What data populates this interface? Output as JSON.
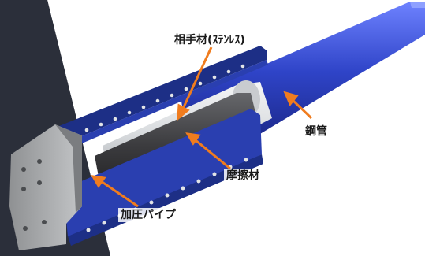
{
  "labels": {
    "stainless": "相手材(ｽﾃﾝﾚｽ)",
    "steel_pipe": "鋼管",
    "friction": "摩擦材",
    "pressure_pipe": "加圧パイプ"
  },
  "colors": {
    "background_dark": "#2b2f3a",
    "pipe_blue": "#2f44c8",
    "flange_blue": "#1d2f86",
    "stainless": "#d9dcdf",
    "friction_dark": "#3c3c3f",
    "end_plate": "#a8aaac",
    "arrow": "#f07c1e"
  }
}
